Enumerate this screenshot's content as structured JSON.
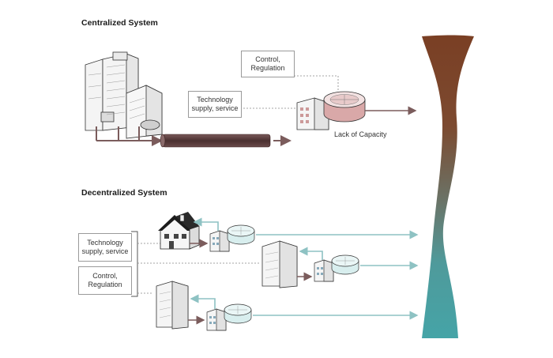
{
  "centralized": {
    "heading": "Centralized System",
    "control_box": {
      "line1": "Control,",
      "line2": "Regulation"
    },
    "technology_box": {
      "line1": "Technology",
      "line2": "supply, service"
    },
    "plant_caption": "Lack of Capacity"
  },
  "decentralized": {
    "heading": "Decentralized System",
    "technology_box": {
      "line1": "Technology",
      "line2": "supply, service"
    },
    "control_box": {
      "line1": "Control,",
      "line2": "Regulation"
    }
  },
  "colors": {
    "river_top": "#7a3f24",
    "river_bottom": "#47a3a6",
    "pipe": "#5a3b3b",
    "sewage_arrow": "#7b5c5c",
    "clean_arrow": "#8ec2c3",
    "plant_tank": "#d9a8a8"
  }
}
